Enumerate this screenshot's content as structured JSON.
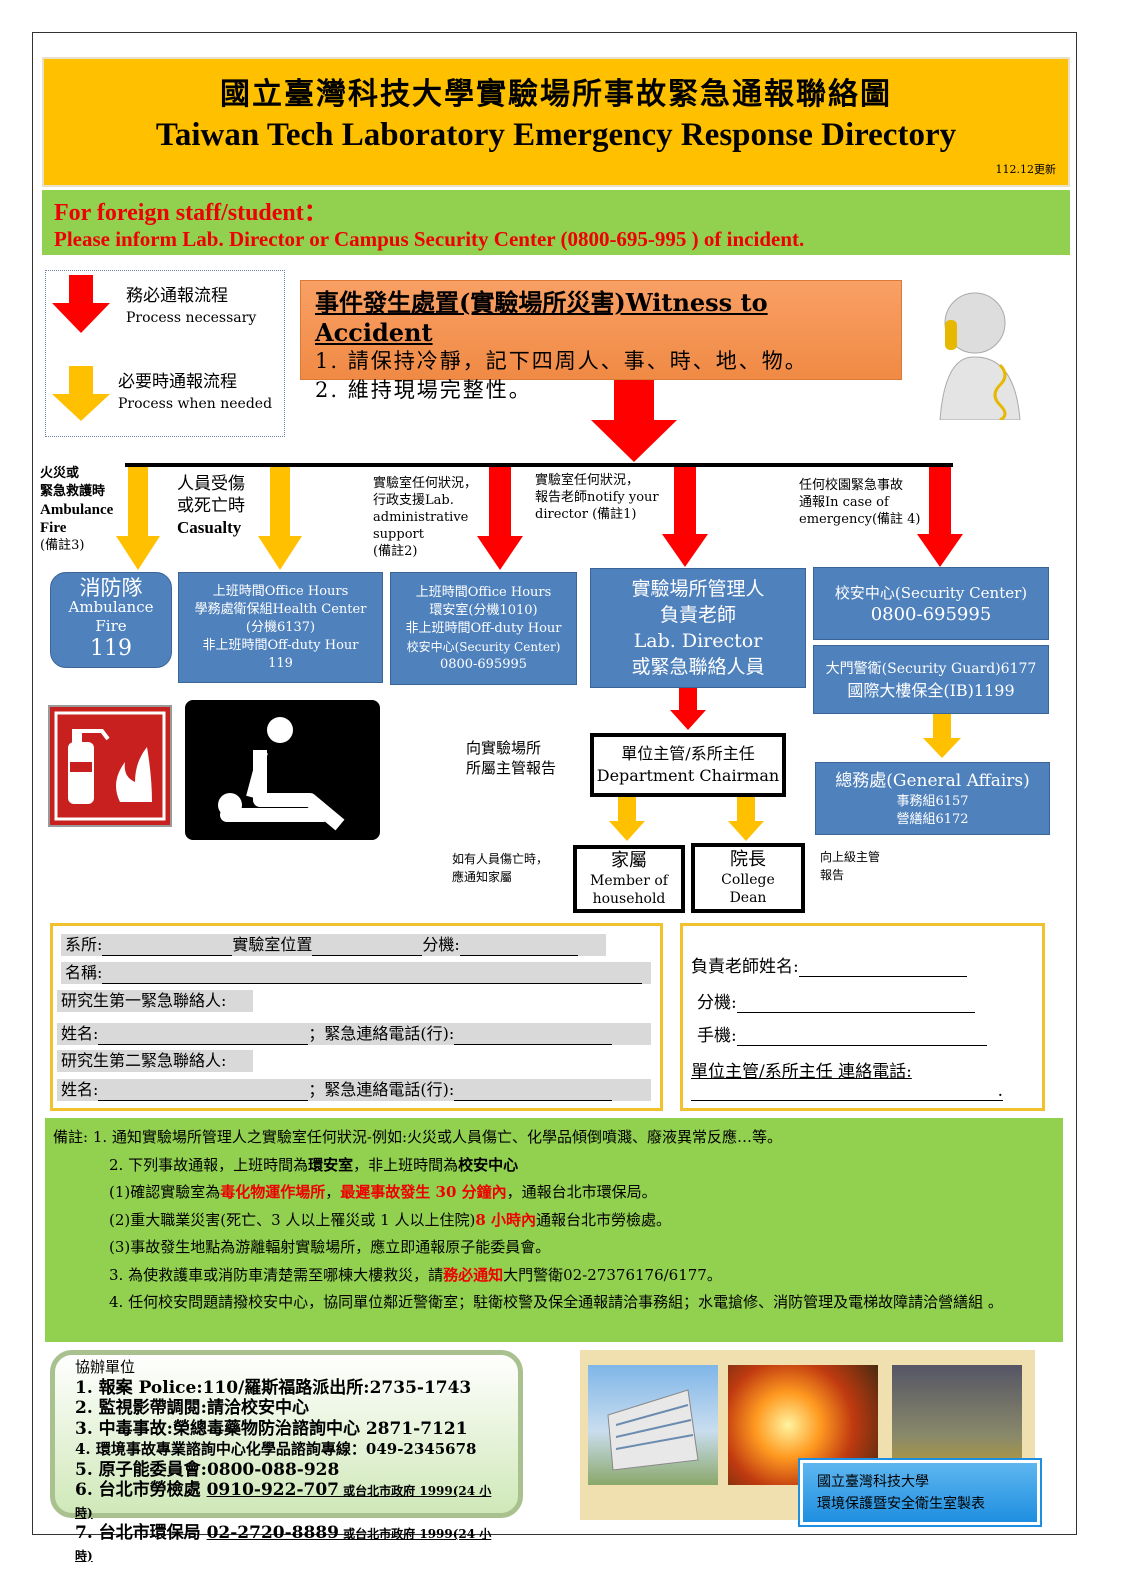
{
  "header": {
    "title_zh": "國立臺灣科技大學實驗場所事故緊急通報聯絡圖",
    "title_en": "Taiwan Tech Laboratory Emergency Response Directory",
    "updated": "112.12更新"
  },
  "banner": {
    "line1": "For foreign staff/student：",
    "line2": "Please inform  Lab. Director or Campus  Security Center (0800-695-995 ) of incident."
  },
  "legend": {
    "necessary_zh": "務必通報流程",
    "necessary_en": "Process necessary",
    "needed_zh": "必要時通報流程",
    "needed_en": "Process when needed"
  },
  "accident": {
    "title": "事件發生處置(實驗場所災害)Witness to Accident",
    "item1": "1. 請保持冷靜，記下四周人、事、時、地、物。",
    "item2": "2. 維持現場完整性。"
  },
  "colors": {
    "red": "#ff0000",
    "yellow": "#ffc000",
    "blue": "#4f81bd",
    "green": "#92d050",
    "orange": "#f08a45"
  },
  "branches": {
    "fire": [
      "火災或",
      "緊急救護時",
      "Ambulance",
      "Fire",
      "(備註3)"
    ],
    "casualty": [
      "人員受傷",
      "或死亡時",
      "Casualty"
    ],
    "admin": [
      "實驗室任何狀況，",
      "行政支援Lab.",
      "administrative",
      "support",
      "(備註2)"
    ],
    "director": [
      "實驗室任何狀況，",
      "報告老師notify your",
      "director (備註1)"
    ],
    "campus": [
      "任何校園緊急事故",
      "通報In case of",
      "emergency(備註 4)"
    ]
  },
  "boxes": {
    "fire": [
      "消防隊",
      "Ambulance",
      "Fire",
      "119"
    ],
    "health": [
      "上班時間Office Hours",
      "學務處衛保組Health Center",
      "(分機6137)",
      "非上班時間Off-duty Hour",
      "119"
    ],
    "env": [
      "上班時間Office Hours",
      "環安室(分機1010)",
      "非上班時間Off-duty Hour",
      "校安中心(Security Center)",
      "0800-695995"
    ],
    "director": [
      "實驗場所管理人",
      "負責老師",
      "Lab. Director",
      "或緊急聯絡人員"
    ],
    "security": [
      "校安中心(Security Center)",
      "0800-695995"
    ],
    "guard": [
      "大門警衛(Security Guard)6177",
      "國際大樓保全(IB)1199"
    ],
    "general": [
      "總務處(General Affairs)",
      "事務組6157",
      "營繕組6172"
    ],
    "chairman": [
      "單位主管/系所主任",
      "Department Chairman"
    ],
    "family": [
      "家屬",
      "Member of",
      "household"
    ],
    "dean": [
      "院長",
      "College",
      "Dean"
    ]
  },
  "side_notes": {
    "report_lab": [
      "向實驗場所",
      "所屬主管報告"
    ],
    "notify_family": [
      "如有人員傷亡時，",
      "應通知家屬"
    ],
    "report_upper": [
      "向上級主管",
      "報告"
    ]
  },
  "form_left": {
    "dept": "系所:",
    "lab_loc": "實驗室位置",
    "ext": "分機:",
    "name": "名稱:",
    "contact1": "研究生第一緊急聯絡人:",
    "contact2": "研究生第二緊急聯絡人:",
    "person": "姓名:",
    "phone": "；緊急連絡電話(行):"
  },
  "form_right": {
    "teacher": "負責老師姓名:",
    "ext": "分機:",
    "mobile": "手機:",
    "chair_phone": "單位主管/系所主任 連絡電話:",
    "end": "."
  },
  "notes": {
    "label": "備註:",
    "n1": "1. 通知實驗場所管理人之實驗室任何狀況-例如:火災或人員傷亡、化學品傾倒噴濺、廢液異常反應…等。",
    "n2a": "2. 下列事故通報，上班時間為",
    "n2b": "環安室",
    "n2c": "，非上班時間為",
    "n2d": "校安中心",
    "s1a": "(1)確認實驗室為",
    "s1b": "毒化物運作場所",
    "s1c": "，",
    "s1d": "最遲事故發生 30 分鐘內",
    "s1e": "，通報台北市環保局。",
    "s2a": "(2)重大職業災害(死亡、3 人以上罹災或 1 人以上住院)",
    "s2b": "8 小時內",
    "s2c": "通報台北市勞檢處。",
    "s3": "(3)事故發生地點為游離輻射實驗場所，應立即通報原子能委員會。",
    "n3a": "3. 為使救護車或消防車清楚需至哪棟大樓救災，請",
    "n3b": "務必通知",
    "n3c": "大門警衛02-27376176/6177。",
    "n4": "4. 任何校安問題請撥校安中心，協同單位鄰近警衛室；駐衛校警及保全通報請洽事務組；水電搶修、消防管理及電梯故障請洽營繕組 。"
  },
  "coop": {
    "title": "協辦單位",
    "items": [
      "1. 報案 Police:110/羅斯福路派出所:2735-1743",
      "2. 監視影帶調閱:請洽校安中心",
      "3. 中毒事故:榮總毒藥物防治諮詢中心 2871-7121",
      "4. 環境事故專業諮詢中心化學品諮詢專線：049-2345678",
      "5. 原子能委員會:0800-088-928"
    ],
    "item6a": "6. 台北市勞檢處 ",
    "item6b": "0910-922-707",
    "item6c": " 或台北市政府 1999(24 小時)",
    "item7a": "7. 台北市環保局 ",
    "item7b": "02-2720-8889",
    "item7c": " 或台北市政府 1999(24 小時)"
  },
  "maker": {
    "line1": "國立臺灣科技大學",
    "line2": "環境保護暨安全衛生室製表"
  }
}
